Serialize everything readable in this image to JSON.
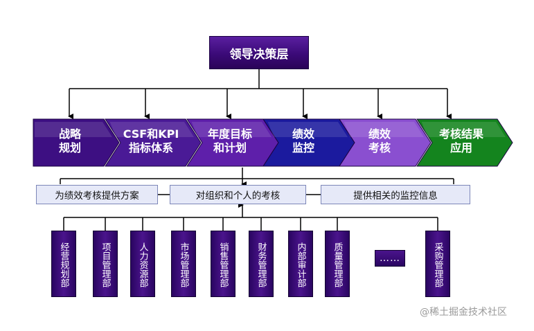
{
  "top": {
    "label": "领导决策层"
  },
  "chevrons": [
    {
      "line1": "战略",
      "line2": "规划",
      "color": "#3d0f82"
    },
    {
      "line1": "CSF和KPI",
      "line2": "指标体系",
      "color": "#4a1a96"
    },
    {
      "line1": "年度目标",
      "line2": "和计划",
      "color": "#5e1faa"
    },
    {
      "line1": "绩效",
      "line2": "监控",
      "color": "#1b1a9e"
    },
    {
      "line1": "绩效",
      "line2": "考核",
      "color": "#8a4fd0"
    },
    {
      "line1": "考核结果",
      "line2": "应用",
      "color": "#14841e"
    }
  ],
  "middle": {
    "left": "为绩效考核提供方案",
    "center": "对组织和个人的考核",
    "right": "提供相关的监控信息"
  },
  "departments": [
    "经营规划部",
    "项目管理部",
    "人力资源部",
    "市场管理部",
    "销售管理部",
    "财务管理部",
    "内部审计部",
    "质量管理部",
    "采购管理部"
  ],
  "ellipsis": "……",
  "watermark": "@稀土掘金技术社区"
}
